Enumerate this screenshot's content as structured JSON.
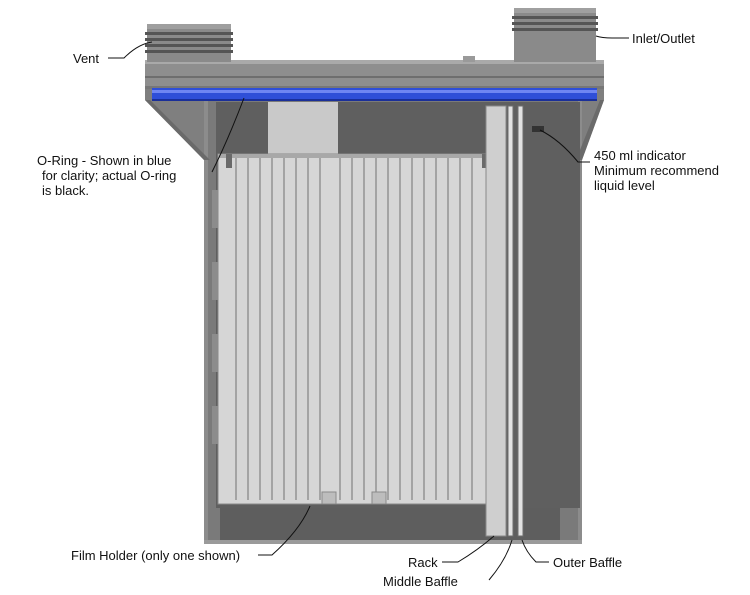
{
  "labels": {
    "vent": "Vent",
    "inlet_outlet": "Inlet/Outlet",
    "o_ring": [
      "O-Ring - Shown in blue",
      "for clarity; actual O-ring",
      "is black."
    ],
    "indicator": [
      "450 ml indicator",
      "Minimum recommend",
      "liquid level"
    ],
    "film_holder": "Film Holder (only one shown)",
    "rack": "Rack",
    "middle_baffle": "Middle Baffle",
    "outer_baffle": "Outer Baffle"
  },
  "colors": {
    "tank_body": "#808080",
    "tank_dark": "#5c5c5c",
    "inner_fill": "#8a8a8a",
    "film_holder": "#dcdcdc",
    "o_ring": "#2f4fd8",
    "leader_lines": "#111111"
  }
}
